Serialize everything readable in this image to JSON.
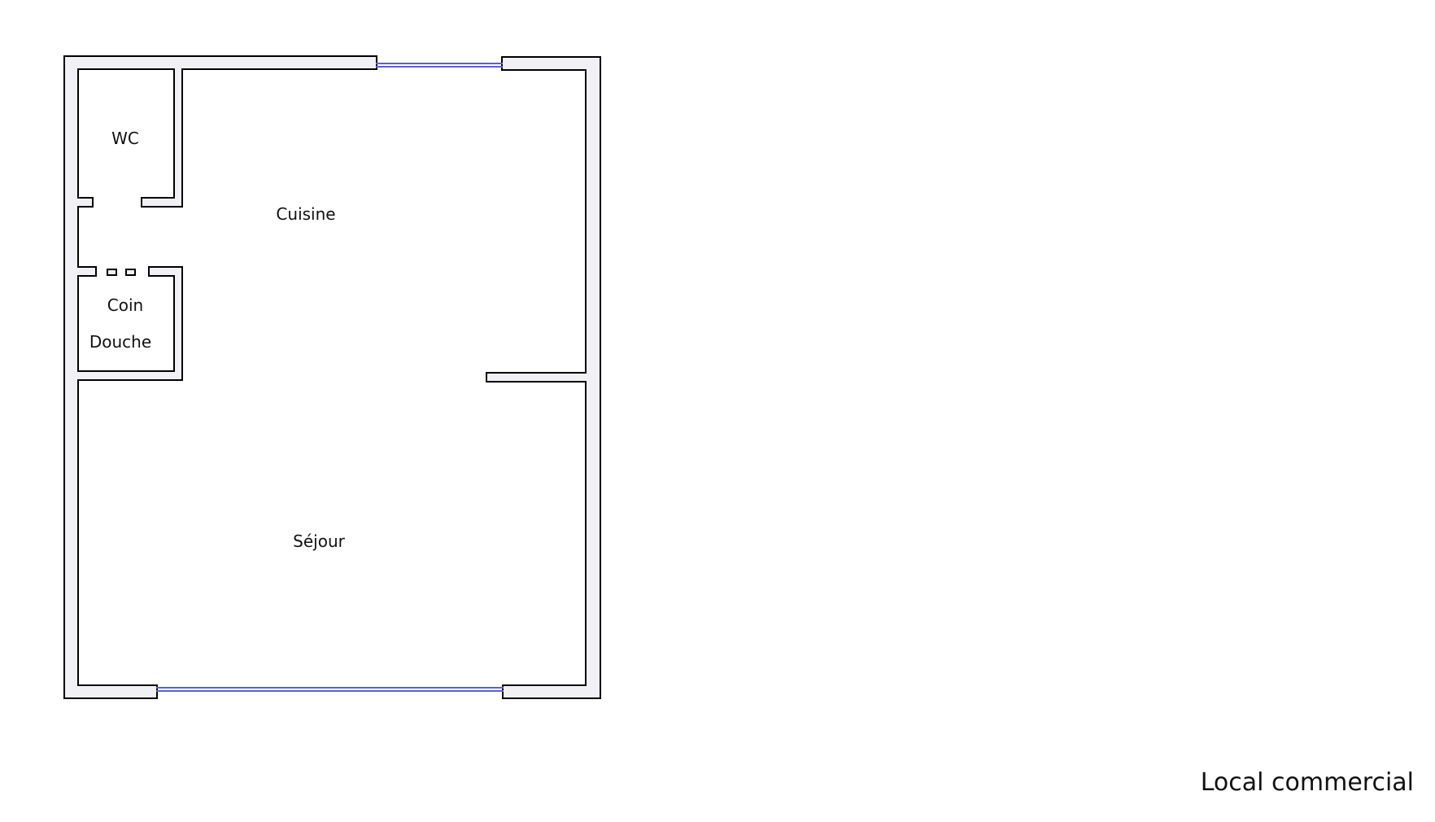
{
  "plan": {
    "rooms": {
      "wc": "WC",
      "cuisine": "Cuisine",
      "coin": "Coin",
      "douche": "Douche",
      "sejour": "Séjour"
    },
    "wall_color": "#000000",
    "wall_fill": "#f1f0f5",
    "window_color": "#5a63c8"
  },
  "caption": "Local commercial"
}
